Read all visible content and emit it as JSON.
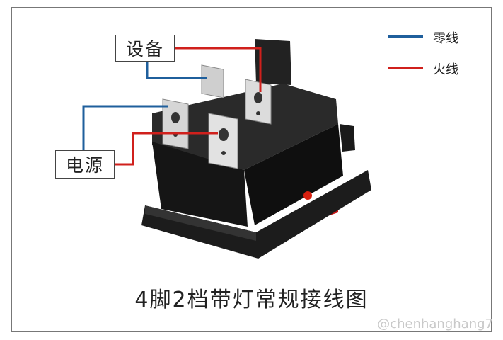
{
  "labels": {
    "device": "设备",
    "power": "电源"
  },
  "legend": {
    "neutral": {
      "label": "零线",
      "color": "#1f5f9c"
    },
    "live": {
      "label": "火线",
      "color": "#d0201c"
    }
  },
  "caption": "4脚2档带灯常规接线图",
  "watermark": "@chenhanghang7"
}
